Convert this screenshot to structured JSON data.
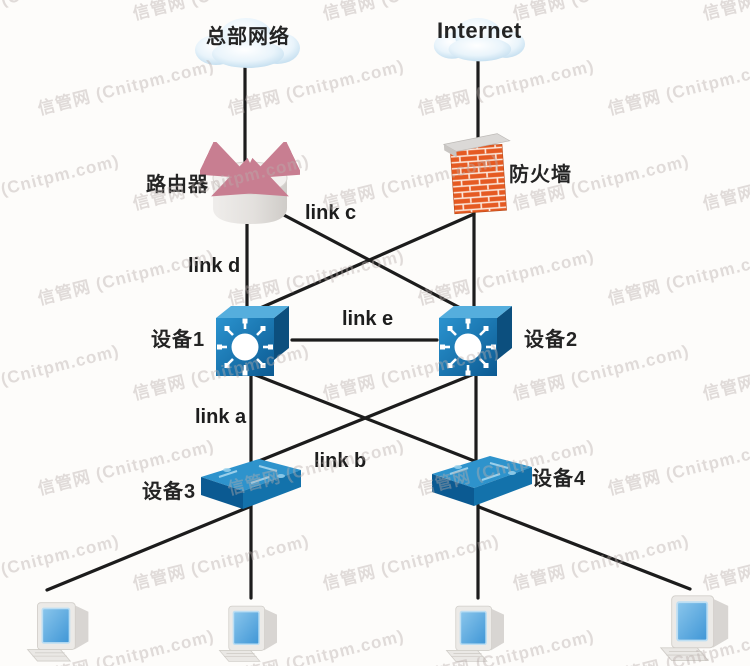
{
  "diagram_title": "network-topology",
  "watermark": {
    "text": "信管网 (Cnitpm.com)",
    "color": "#b9aeac"
  },
  "palette": {
    "line": "#1c1c1c",
    "cloud_blue": "#c7e0f2",
    "router_gray": "#e7e4e1",
    "router_x_pink": "#d492a2",
    "firewall_brick": "#e55a22",
    "firewall_mortar": "#fbe9de",
    "switch_blue_front": "#1a80c0",
    "switch_blue_top": "#55aedd",
    "switch_blue_dark": "#0c5a92",
    "pc_screen_blue": "#55a9e1",
    "background": "#fdfcfa"
  },
  "nodes": {
    "cloud_hq": {
      "label": "总部网络",
      "type": "cloud"
    },
    "cloud_internet": {
      "label": "Internet",
      "type": "cloud"
    },
    "router": {
      "label": "路由器",
      "type": "router"
    },
    "firewall": {
      "label": "防火墙",
      "type": "firewall"
    },
    "device1": {
      "label": "设备1",
      "type": "layer3-switch"
    },
    "device2": {
      "label": "设备2",
      "type": "layer3-switch"
    },
    "device3": {
      "label": "设备3",
      "type": "layer2-switch"
    },
    "device4": {
      "label": "设备4",
      "type": "layer2-switch"
    },
    "pc1": {
      "label": "",
      "type": "pc"
    },
    "pc2": {
      "label": "",
      "type": "pc"
    },
    "pc3": {
      "label": "",
      "type": "pc"
    },
    "pc4": {
      "label": "",
      "type": "pc"
    }
  },
  "links": {
    "link_a": {
      "label": "link a",
      "from": "设备1",
      "to": "设备3"
    },
    "link_b": {
      "label": "link b",
      "from": "设备2",
      "to": "设备3"
    },
    "link_c": {
      "label": "link c",
      "from": "路由器",
      "to": "设备2"
    },
    "link_d": {
      "label": "link d",
      "from": "路由器",
      "to": "设备1"
    },
    "link_e": {
      "label": "link e",
      "from": "设备1",
      "to": "设备2"
    }
  },
  "connections": [
    {
      "from": "总部网络",
      "to": "路由器",
      "label": ""
    },
    {
      "from": "Internet",
      "to": "防火墙",
      "label": ""
    },
    {
      "from": "路由器",
      "to": "设备1",
      "label": "link d"
    },
    {
      "from": "路由器",
      "to": "设备2",
      "label": "link c"
    },
    {
      "from": "防火墙",
      "to": "设备1",
      "label": ""
    },
    {
      "from": "防火墙",
      "to": "设备2",
      "label": ""
    },
    {
      "from": "设备1",
      "to": "设备2",
      "label": "link e"
    },
    {
      "from": "设备1",
      "to": "设备3",
      "label": "link a"
    },
    {
      "from": "设备1",
      "to": "设备4",
      "label": ""
    },
    {
      "from": "设备2",
      "to": "设备3",
      "label": "link b"
    },
    {
      "from": "设备2",
      "to": "设备4",
      "label": ""
    },
    {
      "from": "设备3",
      "to": "pc1",
      "label": ""
    },
    {
      "from": "设备3",
      "to": "pc2",
      "label": ""
    },
    {
      "from": "设备4",
      "to": "pc3",
      "label": ""
    },
    {
      "from": "设备4",
      "to": "pc4",
      "label": ""
    }
  ]
}
